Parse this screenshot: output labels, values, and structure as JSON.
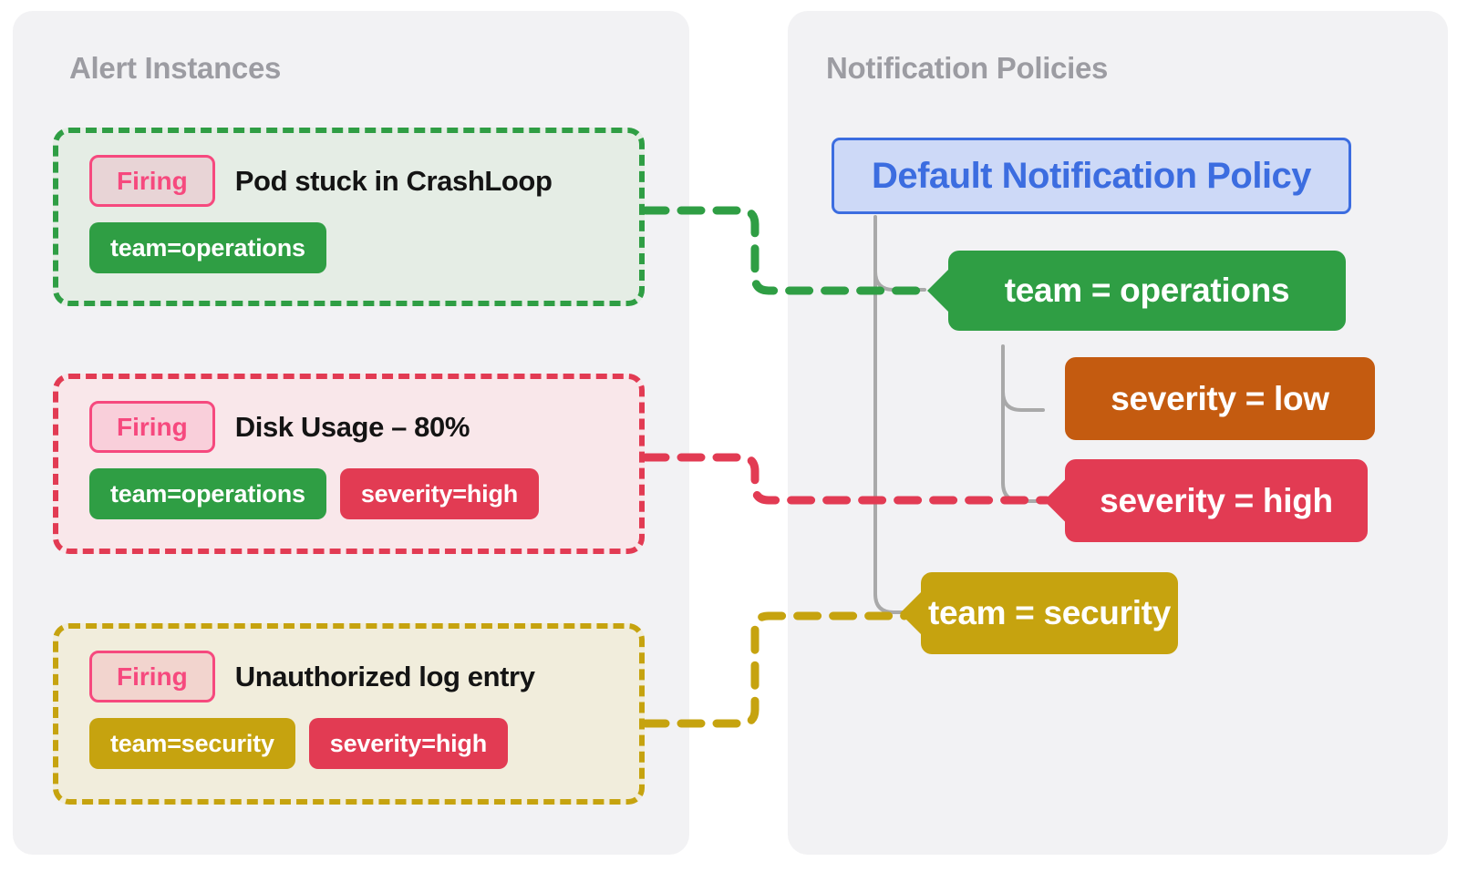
{
  "left_panel": {
    "title": "Alert Instances",
    "alerts": [
      {
        "status_badge": "Firing",
        "title": "Pod stuck in CrashLoop",
        "accent_color": "#2f9e44",
        "labels": [
          {
            "text": "team=operations",
            "color": "#2f9e44"
          }
        ]
      },
      {
        "status_badge": "Firing",
        "title": "Disk Usage – 80%",
        "accent_color": "#e23b53",
        "labels": [
          {
            "text": "team=operations",
            "color": "#2f9e44"
          },
          {
            "text": "severity=high",
            "color": "#e23b53"
          }
        ]
      },
      {
        "status_badge": "Firing",
        "title": "Unauthorized log entry",
        "accent_color": "#c6a30f",
        "labels": [
          {
            "text": "team=security",
            "color": "#c6a30f"
          },
          {
            "text": "severity=high",
            "color": "#e23b53"
          }
        ]
      }
    ]
  },
  "right_panel": {
    "title": "Notification Policies",
    "root_policy": "Default Notification Policy",
    "matchers": [
      {
        "text": "team = operations",
        "color": "#2f9e44",
        "has_notch": true
      },
      {
        "text": "severity = low",
        "color": "#c45b10",
        "has_notch": false
      },
      {
        "text": "severity = high",
        "color": "#e23b53",
        "has_notch": true
      },
      {
        "text": "team = security",
        "color": "#c6a30f",
        "has_notch": true
      }
    ]
  },
  "colors": {
    "page_background": "#ffffff",
    "panel_background": "#f2f2f4",
    "panel_title": "#9c9ca2",
    "firing_pink": "#f6497e",
    "policy_blue": "#3c6de0",
    "policy_blue_bg": "#cdd9f7",
    "tree_line_gray": "#a9a9a9",
    "connector_green": "#2f9e44",
    "connector_red": "#e23b53",
    "connector_gold": "#c6a30f"
  }
}
